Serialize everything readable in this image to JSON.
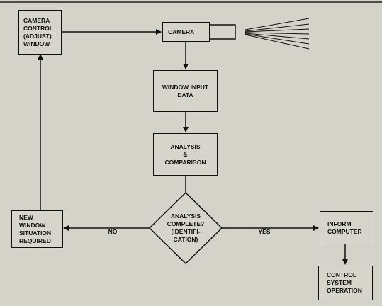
{
  "nodes": {
    "camera_control": "CAMERA\nCONTROL\n(ADJUST)\nWINDOW",
    "camera": "CAMERA",
    "window_input": "WINDOW INPUT\nDATA",
    "analysis": "ANALYSIS\n&\nCOMPARISON",
    "decision": "ANALYSIS\nCOMPLETE?\n(IDENTIFI-\nCATION)",
    "new_window": "NEW\nWINDOW\nSITUATION\nREQUIRED",
    "inform": "INFORM\nCOMPUTER",
    "control_system": "CONTROL\nSYSTEM\nOPERATION"
  },
  "edges": {
    "no_label": "NO",
    "yes_label": "YES"
  }
}
